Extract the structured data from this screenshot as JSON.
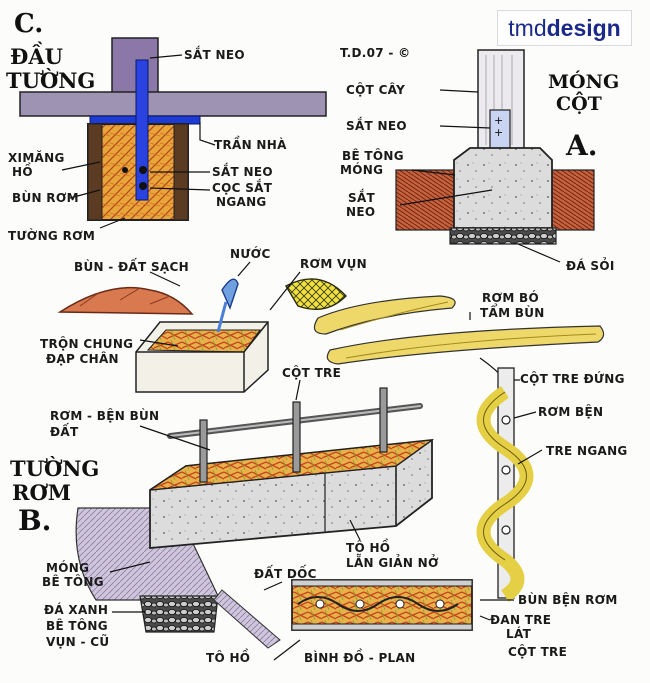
{
  "logo": {
    "part1": "tmd",
    "part2": "design"
  },
  "section_c": {
    "letter": "C.",
    "title_line1": "ĐẦU",
    "title_line2": "TƯỜNG",
    "labels": {
      "sat_neo": "SẮT NEO",
      "tran_nha": "TRẦN NHÀ",
      "ximang_line1": "XIMĂNG",
      "ximang_line2": "HỒ",
      "bun_rom": "BÙN RƠM",
      "sat_neo_2": "SẮT NEO",
      "coc_sat_line1": "CỌC SẮT",
      "coc_sat_line2": "NGANG",
      "tuong_rom": "TƯỜNG RƠM"
    }
  },
  "section_a": {
    "code": "T.D.07 - ©",
    "title_line1": "MÓNG",
    "title_line2": "CỘT",
    "letter": "A.",
    "labels": {
      "cot_cay": "CỘT CÂY",
      "sat_neo": "SẮT NEO",
      "be_tong_line1": "BÊ TÔNG",
      "be_tong_line2": "MÓNG",
      "sat_neo_line1": "SẮT",
      "sat_neo_line2": "NEO",
      "da_soi": "ĐÁ SỎI"
    }
  },
  "mixing": {
    "labels": {
      "bun_dat_sach": "BÙN - ĐẤT SẠCH",
      "nuoc": "NƯỚC",
      "rom_vun": "RƠM VỤN",
      "tron_chung_line1": "TRỘN CHUNG",
      "tron_chung_line2": "ĐẠP CHÂN",
      "rom_bo_line1": "RƠM BÓ",
      "rom_bo_line2": "TẨM BÙN"
    }
  },
  "section_b": {
    "title_line1": "TƯỜNG",
    "title_line2": "RƠM",
    "letter": "B.",
    "labels": {
      "cot_tre": "CỘT TRE",
      "rom_ben_bun_line1": "RƠM - BỆN BÙN",
      "rom_ben_bun_line2": "ĐẤT",
      "cot_tre_dung": "CỘT TRE ĐỨNG",
      "rom_ben": "RƠM BỆN",
      "tre_ngang": "TRE NGANG",
      "mong_be_tong_line1": "MÓNG",
      "mong_be_tong_line2": "BÊ TÔNG",
      "da_xanh_line1": "ĐÁ XANH",
      "da_xanh_line2": "BÊ TÔNG",
      "da_xanh_line3": "VỤN - CŨ",
      "to_ho_lan_line1": "TÔ HỒ",
      "to_ho_lan_line2": "LẴN GIẢN NỞ",
      "dat_doc": "ĐẤT DỐC",
      "bun_ben_rom": "BÙN BỆN RƠM",
      "dan_tre_line1": "ĐAN TRE",
      "dan_tre_line2": "LÁT",
      "cot_tre_2": "CỘT TRE",
      "to_ho": "TÔ HỒ",
      "binh_do": "BÌNH ĐỒ - PLAN"
    }
  }
}
